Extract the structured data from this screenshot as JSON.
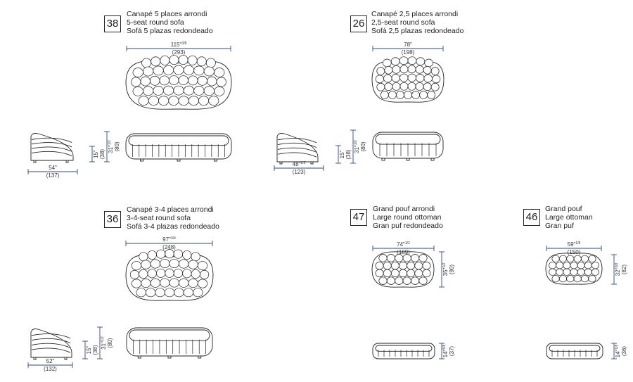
{
  "models": [
    {
      "code": "38",
      "names": [
        "Canapé 5 places arrondi",
        "5-seat round sofa",
        "Sofá 5 plazas redondeado"
      ],
      "width": {
        "in": "115\"",
        "in_frac": "3/8",
        "cm": "(293)"
      },
      "side_depth": {
        "in": "54\"",
        "cm": "(137)"
      },
      "seat_height": {
        "in": "15\"",
        "cm": "(38)"
      },
      "total_height": {
        "in": "31\"",
        "in_frac": "1/2",
        "cm": "(80)"
      }
    },
    {
      "code": "26",
      "names": [
        "Canapé 2,5 places arrondi",
        "2,5-seat round sofa",
        "Sofá 2,5 plazas redondeado"
      ],
      "width": {
        "in": "78\"",
        "in_frac": "",
        "cm": "(198)"
      },
      "side_depth": {
        "in": "48\"",
        "in_frac": "1/2",
        "cm": "(123)"
      },
      "seat_height": {
        "in": "15\"",
        "cm": "(38)"
      },
      "total_height": {
        "in": "31\"",
        "in_frac": "1/2",
        "cm": "(80)"
      }
    },
    {
      "code": "36",
      "names": [
        "Canapé 3-4 places arrondi",
        "3-4-seat round sofa",
        "Sofá 3-4 plazas redondeado"
      ],
      "width": {
        "in": "97\"",
        "in_frac": "3/4",
        "cm": "(248)"
      },
      "side_depth": {
        "in": "52\"",
        "cm": "(132)"
      },
      "seat_height": {
        "in": "15\"",
        "cm": "(38)"
      },
      "total_height": {
        "in": "31\"",
        "in_frac": "1/2",
        "cm": "(80)"
      }
    },
    {
      "code": "47",
      "names": [
        "Grand pouf arrondi",
        "Large round ottoman",
        "Gran puf redondeado"
      ],
      "width": {
        "in": "74\"",
        "in_frac": "1/2",
        "cm": "(189)"
      },
      "depth": {
        "in": "35\"",
        "in_frac": "1/2",
        "cm": "(90)"
      },
      "height": {
        "in": "14\"",
        "in_frac": "5/8",
        "cm": "(37)"
      }
    },
    {
      "code": "46",
      "names": [
        "Grand pouf",
        "Large ottoman",
        "Gran puf"
      ],
      "width": {
        "in": "59\"",
        "in_frac": "1/8",
        "cm": "(150)"
      },
      "depth": {
        "in": "32\"",
        "in_frac": "3/8",
        "cm": "(82)"
      },
      "height": {
        "in": "14\"",
        "in_frac": "1/8",
        "cm": "(36)"
      }
    }
  ]
}
